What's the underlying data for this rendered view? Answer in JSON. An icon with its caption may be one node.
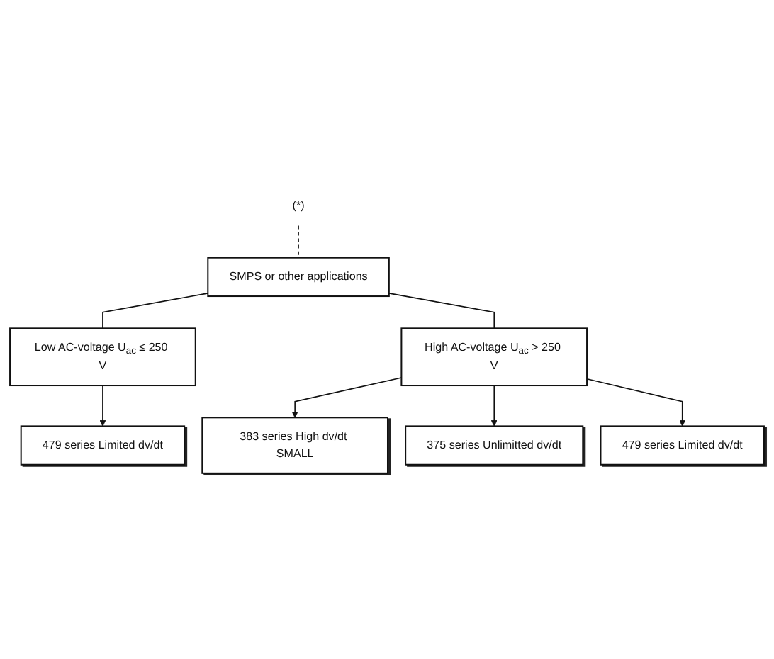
{
  "diagram": {
    "nodes": [
      {
        "text": [
          "(*)"
        ]
      },
      {
        "text": [
          "SMPS or other applications"
        ]
      },
      {
        "text": [
          "Low AC-voltage U$_{ac}$ ≤ 250 V"
        ]
      },
      {
        "text": [
          "High AC-voltage U$_{ac}$ > 250 V"
        ]
      },
      {
        "text": [
          "479 series Limited dv/dt"
        ]
      },
      {
        "text": [
          "383 series High dv/dt SMALL"
        ]
      },
      {
        "text": [
          "375 series Unlimitted dv/dt"
        ]
      },
      {
        "text": [
          "479 series Limited dv/dt"
        ]
      }
    ],
    "edges": [
      {
        "from": 0,
        "to": 1,
        "arrow": "none",
        "style": "dashed"
      },
      {
        "from": 1,
        "to": 2,
        "arrow": "none"
      },
      {
        "from": 1,
        "to": 3,
        "arrow": "none"
      },
      {
        "from": 2,
        "to": 4,
        "arrow": "to"
      },
      {
        "from": 3,
        "to": 5,
        "arrow": "to"
      },
      {
        "from": 3,
        "to": 6,
        "arrow": "to"
      },
      {
        "from": 3,
        "to": 7,
        "arrow": "to"
      }
    ]
  }
}
